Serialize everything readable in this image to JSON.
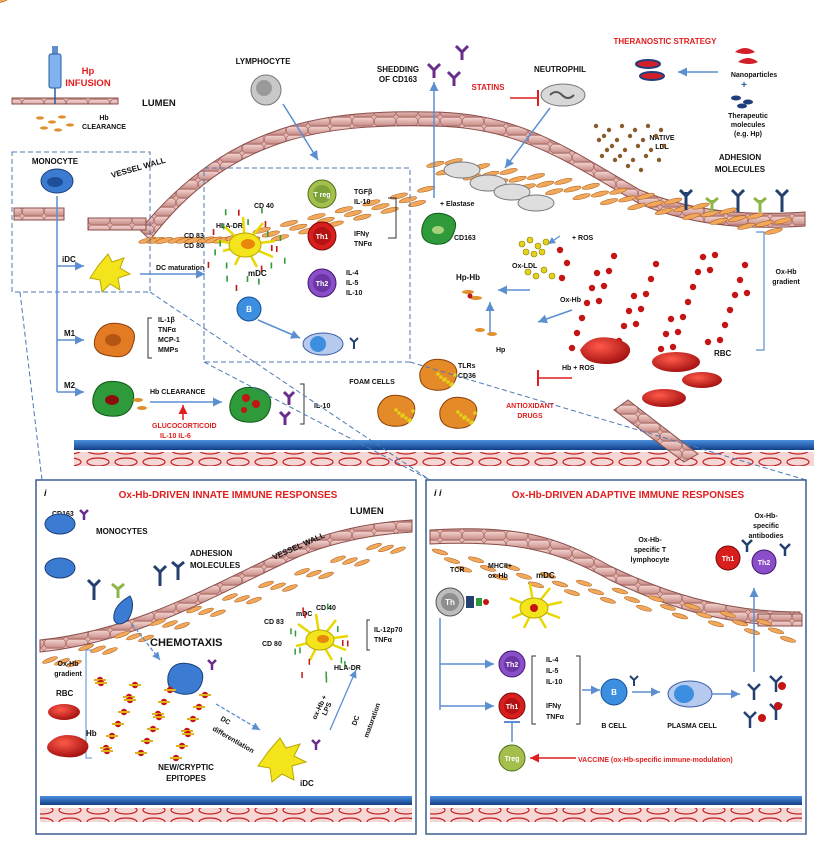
{
  "top": {
    "hp_infusion": [
      "Hp",
      "INFUSION"
    ],
    "lumen": "LUMEN",
    "hb_clearance_top": [
      "Hb",
      "CLEARANCE"
    ],
    "lymphocyte": "LYMPHOCYTE",
    "shedding": [
      "SHEDDING",
      "OF CD163"
    ],
    "statins": "STATINS",
    "neutrophil": "NEUTROPHIL",
    "theranostic": "THERANOSTIC STRATEGY",
    "nanoparticles": "Nanoparticles",
    "plus": "+",
    "therapeutic": [
      "Therapeutic",
      "molecules",
      "(e.g. Hp)"
    ],
    "native_ldl": [
      "NATIVE",
      "LDL"
    ],
    "adhesion": [
      "ADHESION",
      "MOLECULES"
    ],
    "monocyte": "MONOCYTE",
    "vessel_wall": "VESSEL WALL",
    "cd40": "CD 40",
    "hla_dr": "HLA-DR",
    "cd83_cd80": [
      "CD 83",
      "CD 80"
    ],
    "idc": "iDC",
    "dc_maturation": "DC maturation",
    "mdc": "mDC",
    "treg": "T reg",
    "treg_cytokines": [
      "TGFβ",
      "IL-10"
    ],
    "th1": "Th1",
    "th1_cytokines": [
      "IFNγ",
      "TNFα"
    ],
    "th2": "Th2",
    "th2_cytokines": [
      "IL-4",
      "IL-5",
      "IL-10"
    ],
    "b": "B",
    "elastase": "+ Elastase",
    "cd163": "CD163",
    "ros1": "+ ROS",
    "ox_ldl": "Ox-LDL",
    "hp_hb": "Hp-Hb",
    "ox_hb": "Ox-Hb",
    "hp": "Hp",
    "ox_hb_gradient": [
      "Ox-Hb",
      "gradient"
    ],
    "m1": "M1",
    "m1_cytokines": [
      "IL-1β",
      "TNFα",
      "MCP-1",
      "MMPs"
    ],
    "m2": "M2",
    "hb_clearance_m2": "Hb CLEARANCE",
    "glucocorticoid": [
      "GLUCOCORTICOID",
      "IL-10  IL-6"
    ],
    "il10_m2": "IL-10",
    "foam_cells": "FOAM CELLS",
    "tlrs": [
      "TLRs",
      "CD36"
    ],
    "hb_ros": "Hb + ROS",
    "rbc": "RBC",
    "antioxidant": [
      "ANTIOXIDANT",
      "DRUGS"
    ]
  },
  "panel_i": {
    "numeral": "i",
    "title": "Ox-Hb-DRIVEN INNATE IMMUNE RESPONSES",
    "cd163": "CD163",
    "monocytes": "MONOCYTES",
    "vessel_wall": "VESSEL WALL",
    "lumen": "LUMEN",
    "adhesion": [
      "ADHESION",
      "MOLECULES"
    ],
    "chemotaxis": "CHEMOTAXIS",
    "ox_hb_gradient": [
      "Ox-Hb",
      "gradient"
    ],
    "rbc": "RBC",
    "hb": "Hb",
    "cd40": "CD 40",
    "mdc": "mDC",
    "cd83": "CD 83",
    "cd80": "CD 80",
    "il12": [
      "IL-12p70",
      "TNFα"
    ],
    "hla_dr": "HLA-DR",
    "oxhb_lps": [
      "ox-Hb +",
      "LPS"
    ],
    "dc_maturation": [
      "DC",
      "maturation"
    ],
    "dc_differentiation": [
      "DC",
      "differentiation"
    ],
    "epitopes": [
      "NEW/CRYPTIC",
      "EPITOPES"
    ],
    "idc": "iDC"
  },
  "panel_ii": {
    "numeral": "i i",
    "title": "Ox-Hb-DRIVEN ADAPTIVE IMMUNE RESPONSES",
    "tcr": "TCR",
    "mhc": [
      "MHCII+",
      "ox-Hb"
    ],
    "mdc": "mDC",
    "th": "Th",
    "specific_t": [
      "Ox-Hb-",
      "specific T",
      "lymphocyte"
    ],
    "antibodies": [
      "Ox-Hb-",
      "specific",
      "antibodies"
    ],
    "th1": "Th1",
    "th2": "Th2",
    "th2_cytokines": [
      "IL-4",
      "IL-5",
      "IL-10"
    ],
    "th1_cytokines": [
      "IFNγ",
      "TNFα"
    ],
    "b": "B",
    "b_cell": "B CELL",
    "plasma": "PLASMA CELL",
    "treg": "Treg",
    "vaccine": "VACCINE (ox-Hb-specific immune-modulation)"
  },
  "colors": {
    "red_label": "#e21d1d",
    "wall": "#e7b8b4",
    "endothelium": "#f2a85a",
    "panel_border": "#3d5f8f",
    "dashed": "#4d79b5",
    "arrow": "#5b8fd0"
  }
}
